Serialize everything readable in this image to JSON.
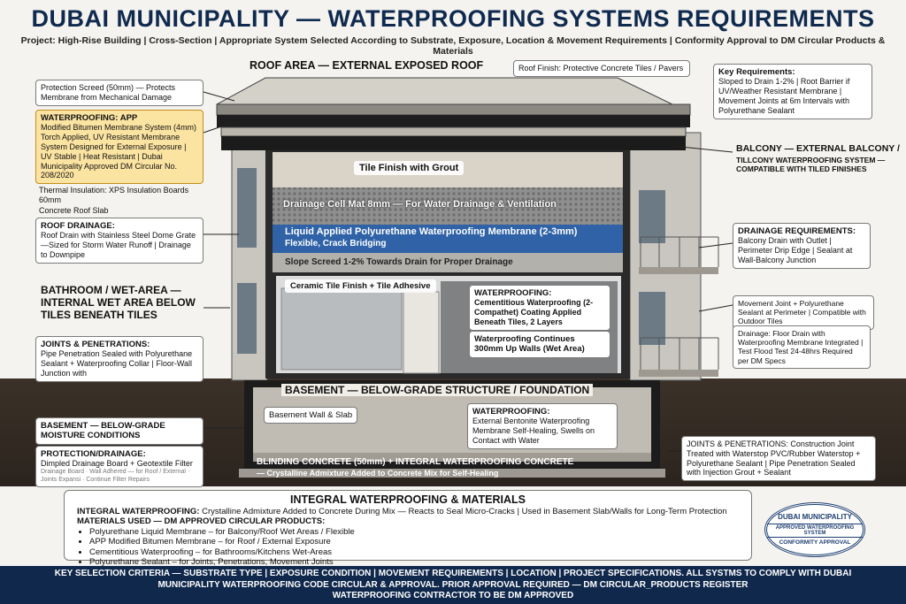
{
  "header": {
    "title": "DUBAI MUNICIPALITY — WATERPROOFING SYSTEMS REQUIREMENTS",
    "subtitle": "Project: High-Rise Building | Cross-Section | Appropriate System Selected According to Substrate, Exposure, Location & Movement Requirements | Conformity Approval to DM Circular Products & Materials"
  },
  "section_labels": {
    "roof_area": "ROOF AREA — EXTERNAL EXPOSED ROOF",
    "bathroom": "BATHROOM / WET-AREA — INTERNAL WET AREA BELOW TILES BENEATH TILES",
    "basement": "BASEMENT — BELOW-GRADE STRUCTURE / FOUNDATION",
    "balcony_title": "BALCONY — EXTERNAL BALCONY /",
    "balcony_sub": "TILLCONY WATERPROOFING SYSTEM — COMPATIBLE WITH TILED FINISHES"
  },
  "left": {
    "protection_screed": "Protection Screed (50mm) — Protects Membrane from Mechanical Damage",
    "wp_app_title": "WATERPROOFING: APP",
    "wp_app_body": "Modified Bitumen Membrane System (4mm) Torch Applied, UV Resistant Membrane System Designed for External Exposure | UV Stable | Heat Resistant | Dubai Municipality Approved DM Circular No. 208/2020",
    "thermal": "Thermal Insulation: XPS Insulation Boards 60mm",
    "roof_slab": "Concrete Roof Slab",
    "roof_drainage_title": "ROOF DRAINAGE:",
    "roof_drainage_body": "Roof Drain with Stainless Steel Dome Grate —Sized for Storm Water Runoff | Drainage to Downpipe",
    "joints_title": "JOINTS & PENETRATIONS:",
    "joints_body": "Pipe Penetration Sealed with Polyurethane Sealant + Waterproofing Collar | Floor-Wall Junction with",
    "basement_moisture": "BASEMENT — BELOW-GRADE MOISTURE CONDITIONS",
    "protection_drainage_title": "PROTECTION/DRAINAGE:",
    "protection_drainage_body": "Dimpled Drainage Board + Geotextile Filter",
    "protection_drainage_faint": "Drainage Board · Wall Adhered — for Roof / External · Joints Expansi · Continue Filter Repairs"
  },
  "center": {
    "roof_finish": "Roof Finish: Protective Concrete Tiles / Pavers",
    "tile_finish": "Tile Finish with Grout",
    "drainage_mat": "Drainage Cell Mat 8mm — For Water Drainage & Ventilation",
    "liquid_membrane_1": "Liquid Applied Polyurethane Waterproofing Membrane (2-3mm)",
    "liquid_membrane_2": "Flexible, Crack Bridging",
    "slope_screed": "Slope Screed 1-2% Towards Drain for Proper Drainage",
    "ceramic": "Ceramic Tile Finish + Tile Adhesive",
    "cementitious_title": "WATERPROOFING:",
    "cementitious_body": "Cementitious Waterproofing (2-Compathet) Coating Applied Beneath Tiles, 2 Layers",
    "continues": "Waterproofing Continues 300mm Up Walls (Wet Area)",
    "basement_wall": "Basement Wall & Slab",
    "bentonite_title": "WATERPROOFING:",
    "bentonite_body": "External Bentonite Waterproofing Membrane Self-Healing, Swells on Contact with Water",
    "blinding_1": "BLINDING CONCRETE (50mm) + INTEGRAL WATERPROOFING CONCRETE",
    "blinding_2": "— Crystalline Admixture Added to Concrete Mix for Self-Healing"
  },
  "right": {
    "key_req_title": "Key Requirements:",
    "key_req_body": "Sloped to Drain 1-2% | Root Barrier if UV/Weather Resistant Membrane | Movement Joints at 6m Intervals with Polyurethane Sealant",
    "drain_req_title": "DRAINAGE REQUIREMENTS:",
    "drain_req_body": "Balcony Drain with Outlet | Perimeter Drip Edge | Sealant at Wall-Balcony Junction",
    "movement": "Movement Joint + Polyurethane Sealant at Perimeter | Compatible with Outdoor Tiles",
    "floor_drain": "Drainage: Floor Drain with Waterproofing Membrane Integrated | Test Flood Test 24-48hrs Required per DM Specs",
    "joints2": "JOINTS & PENETRATIONS: Construction Joint Treated with Waterstop PVC/Rubber Waterstop + Polyurethane Sealant | Pipe Penetration Sealed with Injection Grout + Sealant"
  },
  "integral": {
    "heading": "INTEGRAL WATERPROOFING & MATERIALS",
    "line1_label": "INTEGRAL WATERPROOFING:",
    "line1_text": "Crystalline Admixture Added to Concrete During Mix — Reacts to Seal Micro-Cracks | Used in Basement Slab/Walls for Long-Term Protection",
    "materials_title": "MATERIALS USED — DM APPROVED CIRCULAR PRODUCTS:",
    "materials": [
      "Polyurethane Liquid Membrane – for Balcony/Roof Wet Areas / Flexible",
      "APP Modified Bitumen Membrane – for Roof / External Exposure",
      "Cementitious Waterproofing – for Bathrooms/Kitchens Wet-Areas",
      "Polyurethane Sealant – for Joints, Penetrations, Movement Joints"
    ]
  },
  "seal": {
    "top": "DUBAI MUNICIPALITY",
    "middle": "APPROVED WATERPROOFING SYSTEM",
    "bottom": "CONFORMITY APPROVAL"
  },
  "footer": {
    "line1": "KEY SELECTION CRITERIA — SUBSTRATE TYPE | EXPOSURE CONDITION | MOVEMENT REQUIREMENTS | LOCATION | PROJECT SPECIFICATIONS. ALL SYSTMS TO COMPLY WITH DUBAI",
    "line2": "MUNICIPALITY WATERPROOFING CODE CIRCULAR & APPROVAL. PRIOR APPROVAL REQUIRED — DM CIRCULAR_PRODUCTS REGISTER",
    "line3": "WATERPROOFING CONTRACTOR TO BE DM APPROVED"
  },
  "colors": {
    "navy": "#10284c",
    "membrane_blue": "#2f62a6",
    "highlight_yellow": "#fbe3a1",
    "soil": "#2e261f"
  }
}
